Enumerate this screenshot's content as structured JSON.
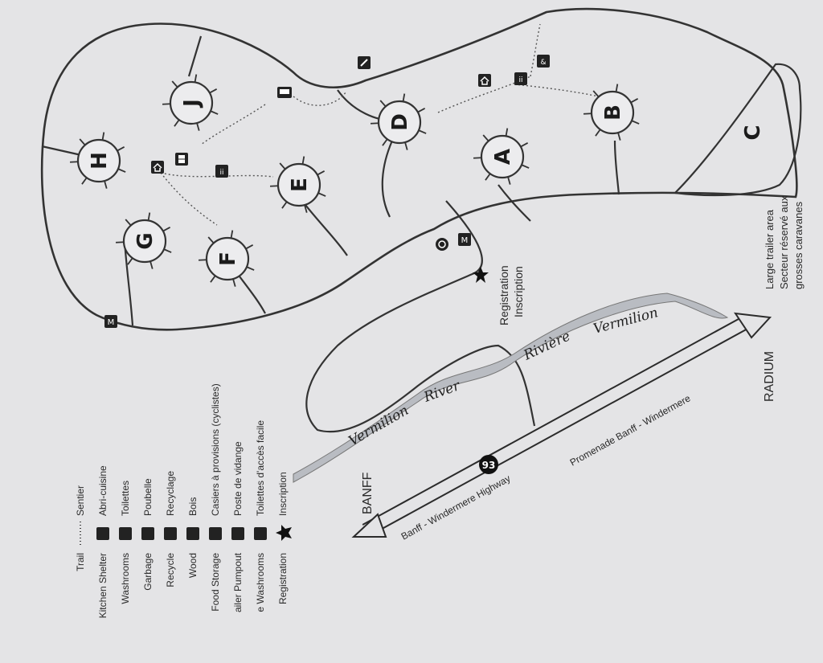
{
  "legend": [
    {
      "en": "Trail",
      "fr": "Sentier",
      "icon": "trail-dots"
    },
    {
      "en": "Kitchen Shelter",
      "fr": "Abri-cuisine",
      "icon": "kitchen-shelter-icon"
    },
    {
      "en": "Washrooms",
      "fr": "Toilettes",
      "icon": "washroom-icon"
    },
    {
      "en": "Garbage",
      "fr": "Poubelle",
      "icon": "garbage-icon"
    },
    {
      "en": "Recycle",
      "fr": "Recyclage",
      "icon": "recycle-icon"
    },
    {
      "en": "Wood",
      "fr": "Bois",
      "icon": "wood-icon"
    },
    {
      "en": "Food Storage",
      "fr": "Casiers à provisions (cyclistes)",
      "icon": "food-storage-icon"
    },
    {
      "en": "ailer Pumpout",
      "fr": "Poste de vidange",
      "icon": "pumpout-icon"
    },
    {
      "en": "e Washrooms",
      "fr": "Toilettes d'accès facile",
      "icon": "accessible-washroom-icon"
    },
    {
      "en": "Registration",
      "fr": "Inscription",
      "icon": "star-icon"
    }
  ],
  "loops": [
    "A",
    "B",
    "C",
    "D",
    "E",
    "F",
    "G",
    "H",
    "J"
  ],
  "registration": {
    "en": "Registration",
    "fr": "Inscription"
  },
  "trailer_area": {
    "line1": "Large trailer area",
    "line2": "Secteur réservé aux",
    "line3": "grosses caravanes"
  },
  "river": {
    "en_word1": "Vermilion",
    "en_word2": "River",
    "fr_word1": "Rivière",
    "fr_word2": "Vermilion"
  },
  "highway": {
    "en": "Banff - Windermere Highway",
    "fr": "Promenade Banff - Windermere",
    "number": "93"
  },
  "directions": {
    "west": "BANFF",
    "east": "RADIUM"
  },
  "accessible_washroom_text": "&",
  "colors": {
    "background": "#e4e4e6",
    "ink": "#2b2b2b",
    "river": "#b9bcc2"
  }
}
